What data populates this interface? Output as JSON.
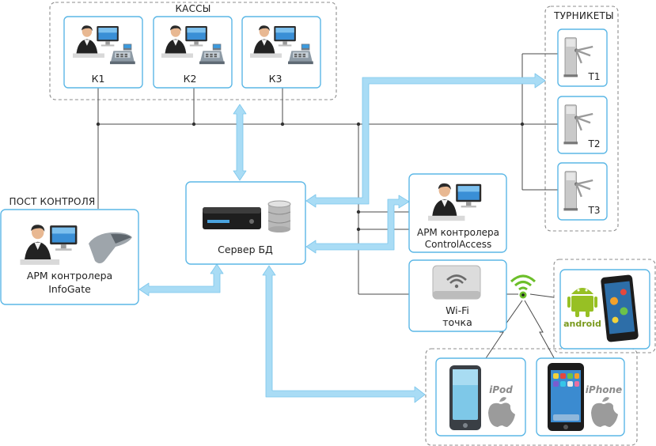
{
  "groups": {
    "kassy": "КАССЫ",
    "turnstiles": "ТУРНИКЕТЫ",
    "post": "ПОСТ КОНТРОЛЯ"
  },
  "cashiers": [
    {
      "label": "К1"
    },
    {
      "label": "К2"
    },
    {
      "label": "К3"
    }
  ],
  "turnstiles": [
    {
      "label": "Т1"
    },
    {
      "label": "Т2"
    },
    {
      "label": "Т3"
    }
  ],
  "server": {
    "label": "Сервер БД"
  },
  "infogate": {
    "line1": "АРМ контролера",
    "line2": "InfoGate"
  },
  "controlaccess": {
    "line1": "АРМ контролера",
    "line2": "ControlAccess"
  },
  "wifi": {
    "line1": "Wi-Fi",
    "line2": "точка"
  },
  "devices": {
    "android": "android",
    "ipod": "iPod",
    "iphone": "iPhone"
  },
  "colors": {
    "card_border": "#5bb7e6",
    "arrow_fill": "#a9dcf5",
    "wire": "#4a4a4a",
    "dashed_group": "#8c8c8c",
    "wifi_green": "#6cbf2a"
  }
}
